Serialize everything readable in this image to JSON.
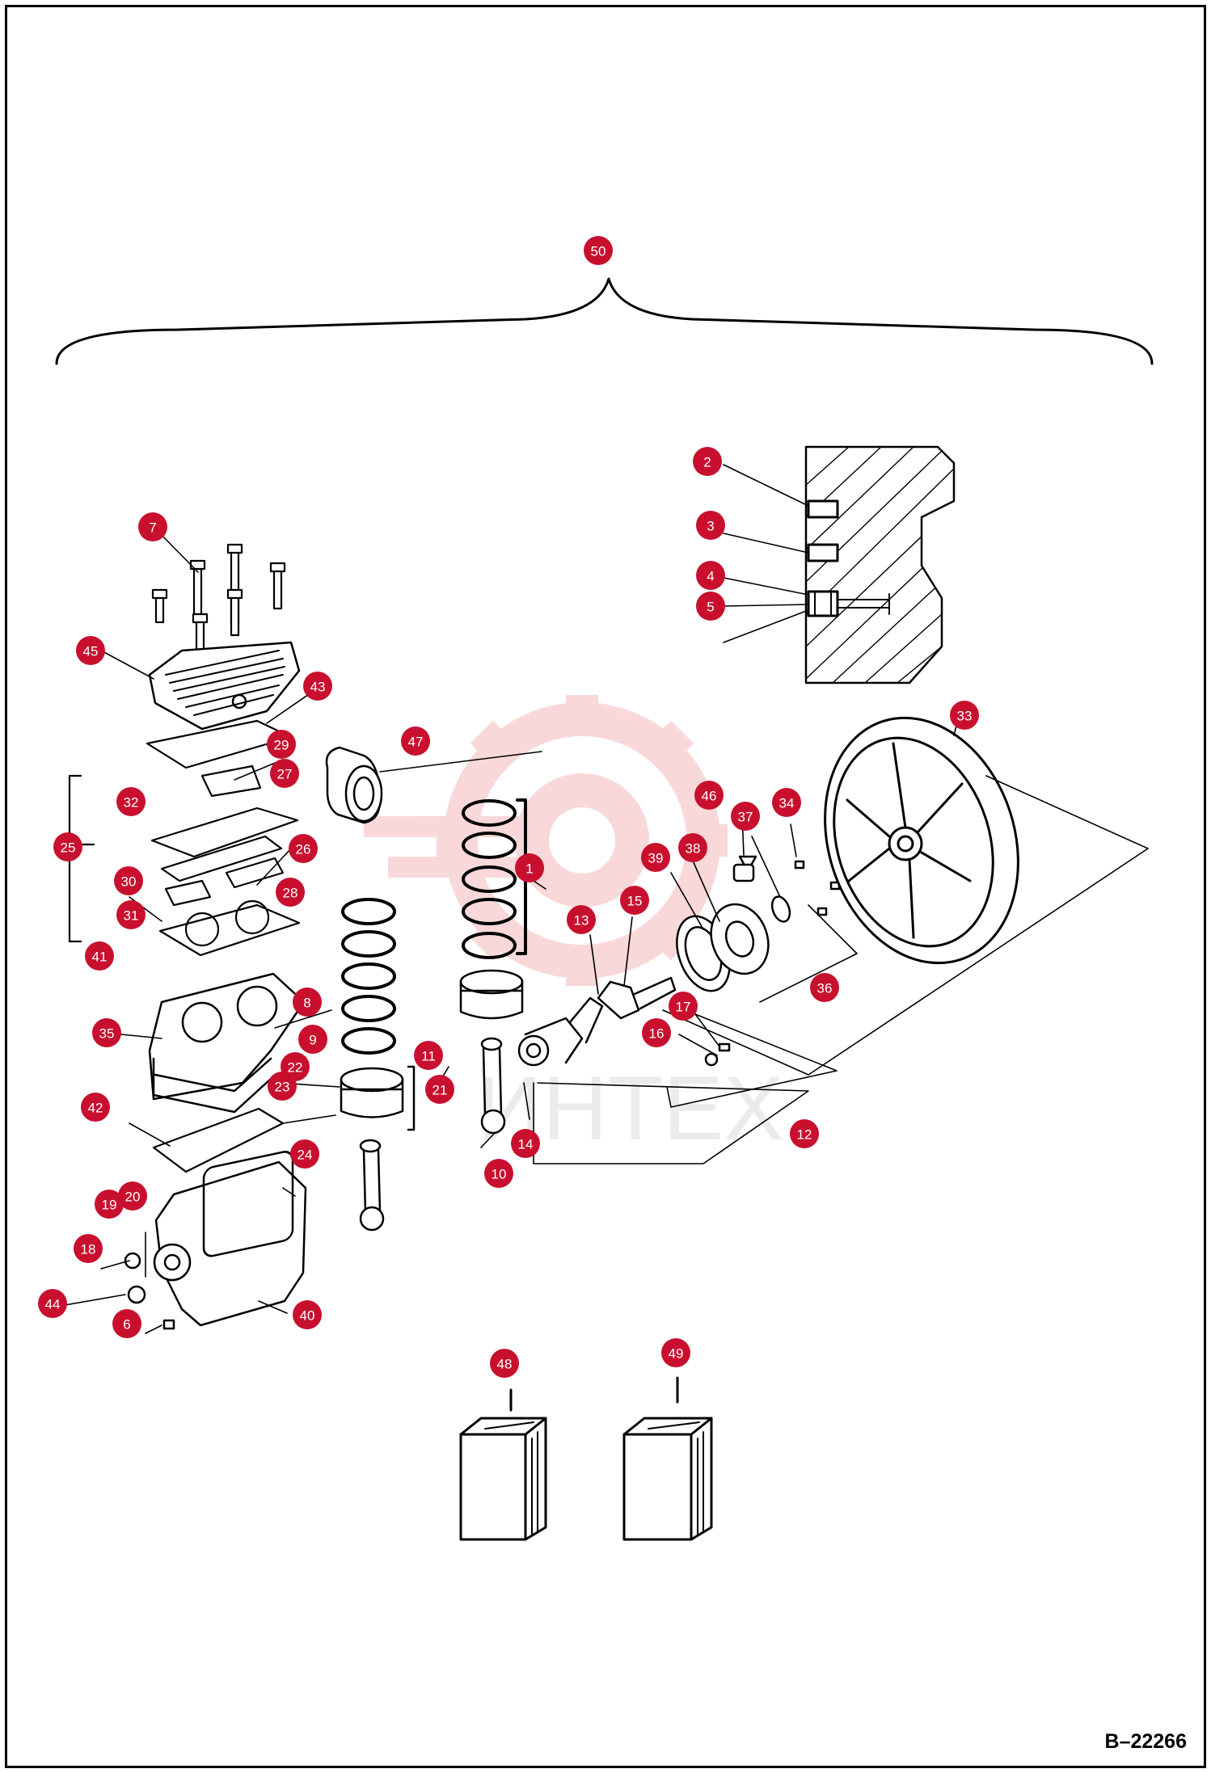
{
  "drawing": {
    "number": "B–22266",
    "watermark_text": "ИНТЕХ"
  },
  "colors": {
    "callout_fill": "#c8102e",
    "line": "#000000",
    "watermark": "#f4b9b9"
  },
  "callouts": [
    "1",
    "2",
    "3",
    "4",
    "5",
    "6",
    "7",
    "8",
    "9",
    "10",
    "11",
    "12",
    "13",
    "14",
    "15",
    "16",
    "17",
    "18",
    "19",
    "20",
    "21",
    "22",
    "23",
    "24",
    "25",
    "26",
    "27",
    "28",
    "29",
    "30",
    "31",
    "32",
    "33",
    "34",
    "35",
    "36",
    "37",
    "38",
    "39",
    "40",
    "41",
    "42",
    "43",
    "44",
    "45",
    "46",
    "47",
    "48",
    "49",
    "50"
  ]
}
